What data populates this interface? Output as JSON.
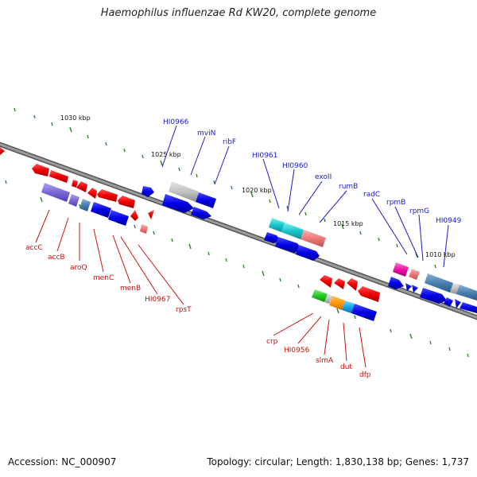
{
  "title": "Haemophilus influenzae Rd KW20, complete genome",
  "accession": "Accession: NC_000907",
  "topology": "Topology: circular; Length: 1,830,138 bp; Genes: 1,737",
  "colors": {
    "backbone": "#777777",
    "tick": "#2e8b2e",
    "forward_label": "#1a1acc",
    "reverse_label": "#cc1111"
  },
  "kbp_markers": [
    "1030 kbp",
    "1025 kbp",
    "1020 kbp",
    "1015 kbp",
    "1010 kbp"
  ],
  "forward_gene_labels": [
    "HI0966",
    "mviN",
    "ribF",
    "HI0961",
    "HI0960",
    "exoII",
    "rumB",
    "radC",
    "rpmB",
    "rpmG",
    "HI0949"
  ],
  "reverse_gene_labels": [
    "accC",
    "accB",
    "aroQ",
    "menC",
    "menB",
    "HI0967",
    "rpsT",
    "crp",
    "HI0956",
    "slmA",
    "dut",
    "dfp"
  ]
}
